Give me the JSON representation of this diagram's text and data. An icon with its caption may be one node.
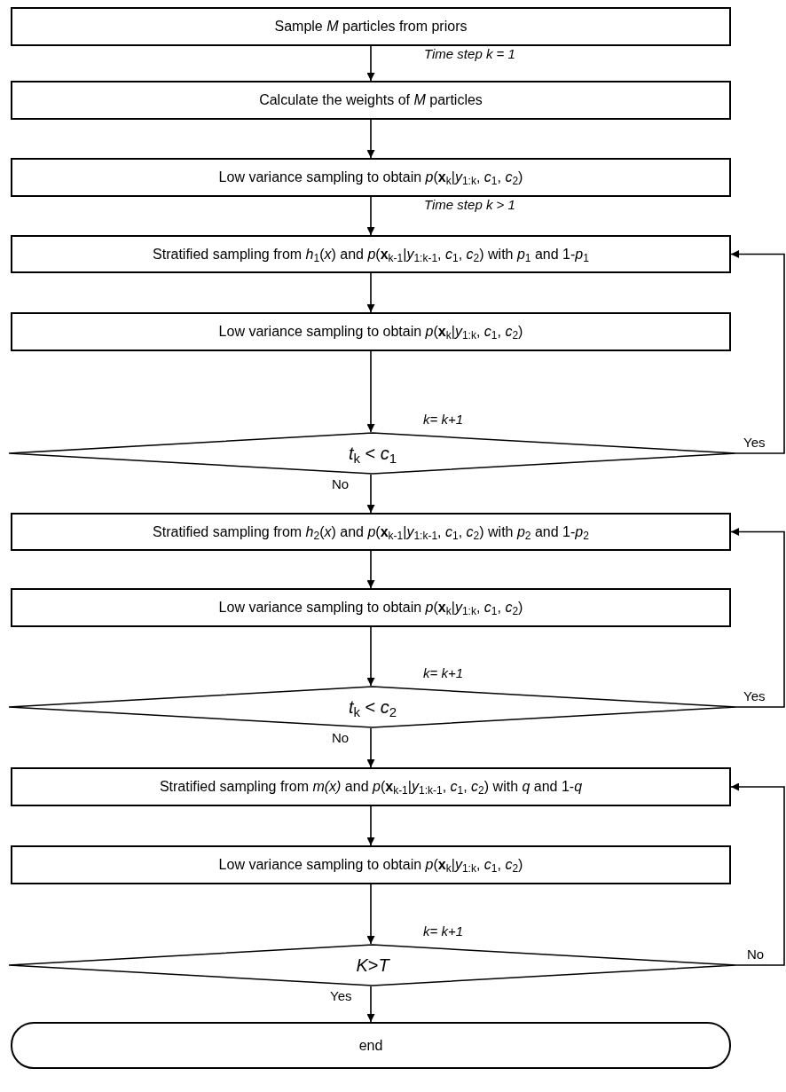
{
  "diagram": {
    "nodes": [
      {
        "text": [
          "Sample *M* particles from priors"
        ]
      },
      {
        "text": [
          "Calculate the weights of *M* particles"
        ]
      },
      {
        "text": [
          "Low variance sampling to obtain *p*(**x**$_{k}$|*y*$_{1:k}$, *c*$_{1}$, *c*$_{2}$)"
        ]
      },
      {
        "text": [
          "Stratified sampling from *h*$_{1}$(*x*) and *p*(**x**$_{k-1}$|*y*$_{1:k-1}$, *c*$_{1}$, *c*$_{2}$) with *p*$_{1}$ and 1-*p*$_{1}$"
        ]
      },
      {
        "text": [
          "Low variance sampling to obtain *p*(**x**$_{k}$|*y*$_{1:k}$, *c*$_{1}$, *c*$_{2}$)"
        ]
      },
      {
        "text": [
          "*t*$_{k}$ < *c*$_{1}$"
        ]
      },
      {
        "text": [
          "Stratified sampling from *h*$_{2}$(*x*) and *p*(**x**$_{k-1}$|*y*$_{1:k-1}$, *c*$_{1}$, *c*$_{2}$) with *p*$_{2}$ and 1-*p*$_{2}$"
        ]
      },
      {
        "text": [
          "Low variance sampling to obtain *p*(**x**$_{k}$|*y*$_{1:k}$, *c*$_{1}$, *c*$_{2}$)"
        ]
      },
      {
        "text": [
          "*t*$_{k}$ < *c*$_{2}$"
        ]
      },
      {
        "text": [
          "Stratified sampling from *m(x)* and *p*(**x**$_{k-1}$|*y*$_{1:k-1}$, *c*$_{1}$, *c*$_{2}$) with *q* and 1-*q*"
        ]
      },
      {
        "text": [
          "Low variance sampling to obtain *p*(**x**$_{k}$|*y*$_{1:k}$, *c*$_{1}$, *c*$_{2}$)"
        ]
      },
      {
        "text": [
          "*K*>*T*"
        ]
      },
      {
        "text": [
          "end"
        ]
      }
    ],
    "edges": [
      {
        "from": 0,
        "to": 1,
        "arrow": "to",
        "label": "Time step k = 1"
      },
      {
        "from": 1,
        "to": 2,
        "arrow": "to"
      },
      {
        "from": 2,
        "to": 3,
        "arrow": "to",
        "label": "Time step k > 1"
      },
      {
        "from": 3,
        "to": 4,
        "arrow": "to"
      },
      {
        "from": 4,
        "to": 5,
        "arrow": "to",
        "label": "k= k+1"
      },
      {
        "from": 5,
        "to": 6,
        "arrow": "to",
        "label": "No"
      },
      {
        "from": 6,
        "to": 7,
        "arrow": "to"
      },
      {
        "from": 7,
        "to": 8,
        "arrow": "to",
        "label": "k= k+1"
      },
      {
        "from": 8,
        "to": 9,
        "arrow": "to",
        "label": "No"
      },
      {
        "from": 9,
        "to": 10,
        "arrow": "to"
      },
      {
        "from": 10,
        "to": 11,
        "arrow": "to",
        "label": "k= k+1"
      },
      {
        "from": 11,
        "to": 12,
        "arrow": "to",
        "label": "Yes"
      },
      {
        "from": 5,
        "to": 3,
        "arrow": "to",
        "label": "Yes"
      },
      {
        "from": 8,
        "to": 6,
        "arrow": "to",
        "label": "Yes"
      },
      {
        "from": 11,
        "to": 9,
        "arrow": "to",
        "label": "No"
      }
    ]
  }
}
